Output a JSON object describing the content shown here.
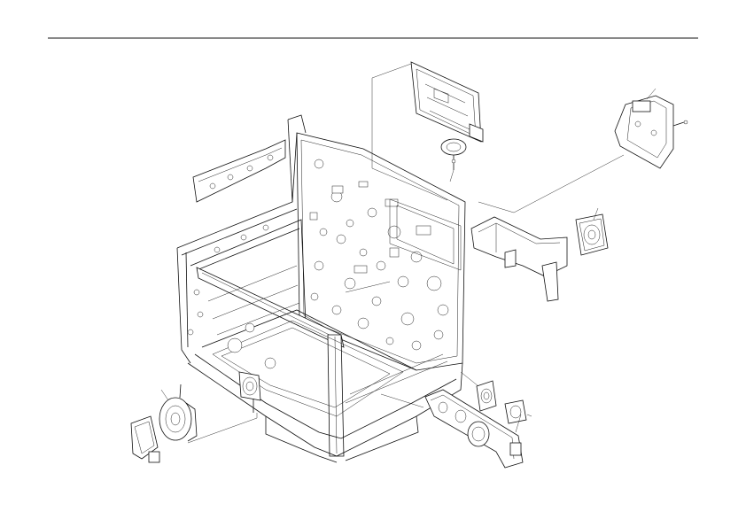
{
  "page": {
    "kind": "exploded parts diagram"
  },
  "colors": {
    "line": "#111111",
    "background": "#ffffff"
  },
  "parts": [
    {
      "id": "header-rule"
    },
    {
      "id": "main-frame"
    },
    {
      "id": "left-side-plate"
    },
    {
      "id": "control-board"
    },
    {
      "id": "board-fan-motor"
    },
    {
      "id": "upper-right-bracket"
    },
    {
      "id": "right-fan"
    },
    {
      "id": "fan-duct"
    },
    {
      "id": "left-blower"
    },
    {
      "id": "left-blower-bracket"
    },
    {
      "id": "center-blower"
    },
    {
      "id": "lower-right-duct-frame"
    },
    {
      "id": "lower-right-fan-small"
    },
    {
      "id": "lower-right-fan"
    }
  ]
}
